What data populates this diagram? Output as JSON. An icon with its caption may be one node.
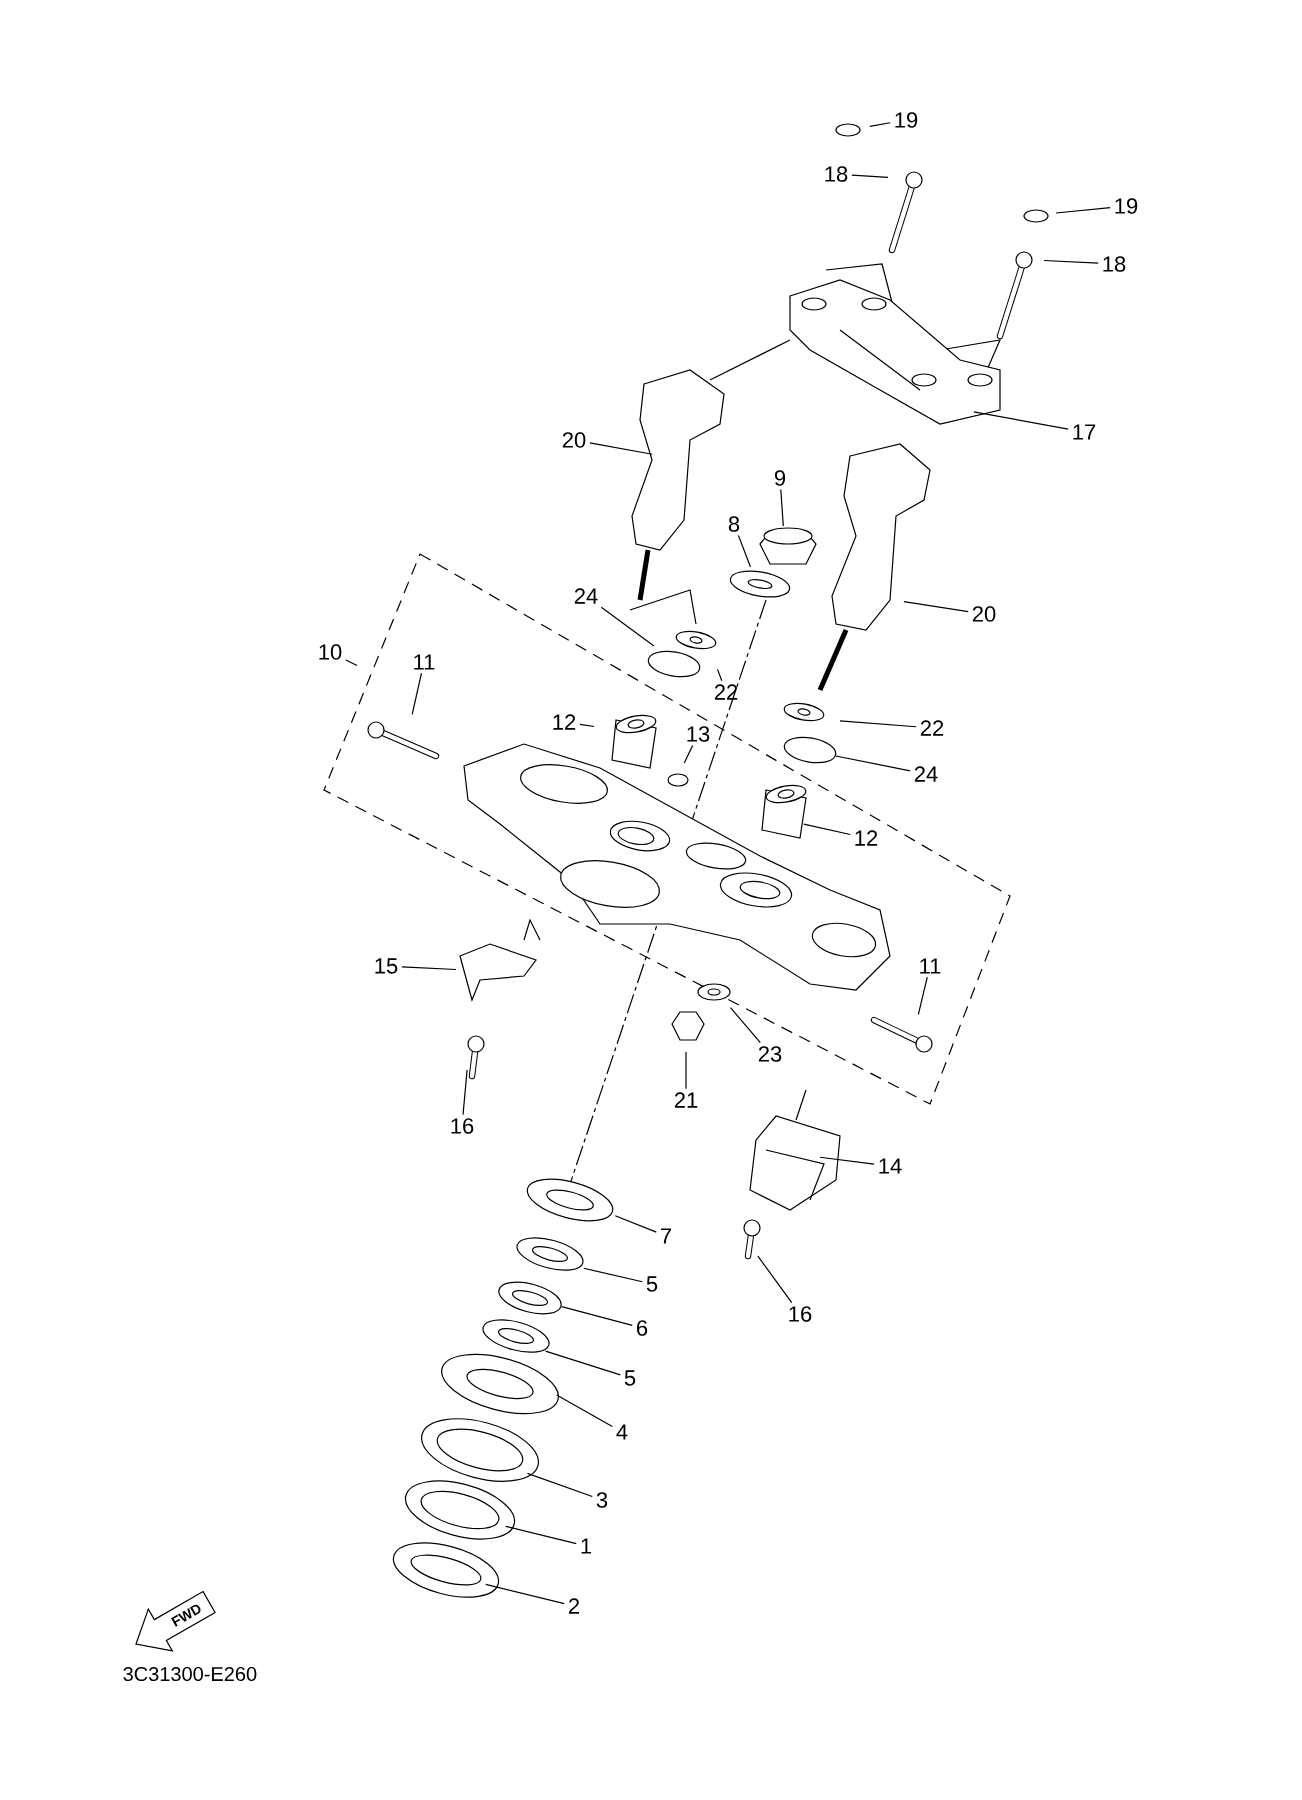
{
  "diagram": {
    "nodes": [
      {
        "text": [
          "19"
        ]
      },
      {
        "text": [
          "18"
        ]
      },
      {
        "text": [
          "19"
        ]
      },
      {
        "text": [
          "18"
        ]
      },
      {
        "text": [
          "17"
        ]
      },
      {
        "text": [
          "20"
        ]
      },
      {
        "text": [
          "9"
        ]
      },
      {
        "text": [
          "8"
        ]
      },
      {
        "text": [
          "24"
        ]
      },
      {
        "text": [
          "20"
        ]
      },
      {
        "text": [
          "10"
        ]
      },
      {
        "text": [
          "11"
        ]
      },
      {
        "text": [
          "22"
        ]
      },
      {
        "text": [
          "12"
        ]
      },
      {
        "text": [
          "22"
        ]
      },
      {
        "text": [
          "13"
        ]
      },
      {
        "text": [
          "24"
        ]
      },
      {
        "text": [
          "12"
        ]
      },
      {
        "text": [
          "15"
        ]
      },
      {
        "text": [
          "11"
        ]
      },
      {
        "text": [
          "23"
        ]
      },
      {
        "text": [
          "21"
        ]
      },
      {
        "text": [
          "16"
        ]
      },
      {
        "text": [
          "14"
        ]
      },
      {
        "text": [
          "7"
        ]
      },
      {
        "text": [
          "5"
        ]
      },
      {
        "text": [
          "16"
        ]
      },
      {
        "text": [
          "6"
        ]
      },
      {
        "text": [
          "5"
        ]
      },
      {
        "text": [
          "4"
        ]
      },
      {
        "text": [
          "3"
        ]
      },
      {
        "text": [
          "1"
        ]
      },
      {
        "text": [
          "2"
        ]
      }
    ],
    "edges": [
      {
        "from": 0,
        "to": null,
        "arrow": "none"
      },
      {
        "from": 1,
        "to": null,
        "arrow": "none"
      },
      {
        "from": 2,
        "to": null,
        "arrow": "none"
      },
      {
        "from": 3,
        "to": null,
        "arrow": "none"
      },
      {
        "from": 4,
        "to": null,
        "arrow": "none"
      },
      {
        "from": 5,
        "to": null,
        "arrow": "none"
      },
      {
        "from": 6,
        "to": null,
        "arrow": "none"
      },
      {
        "from": 7,
        "to": null,
        "arrow": "none"
      },
      {
        "from": 8,
        "to": null,
        "arrow": "none"
      },
      {
        "from": 9,
        "to": null,
        "arrow": "none"
      },
      {
        "from": 10,
        "to": null,
        "arrow": "none"
      },
      {
        "from": 11,
        "to": null,
        "arrow": "none"
      },
      {
        "from": 12,
        "to": null,
        "arrow": "none"
      },
      {
        "from": 13,
        "to": null,
        "arrow": "none"
      },
      {
        "from": 14,
        "to": null,
        "arrow": "none"
      },
      {
        "from": 15,
        "to": null,
        "arrow": "none"
      },
      {
        "from": 16,
        "to": null,
        "arrow": "none"
      },
      {
        "from": 17,
        "to": null,
        "arrow": "none"
      },
      {
        "from": 18,
        "to": null,
        "arrow": "none"
      },
      {
        "from": 19,
        "to": null,
        "arrow": "none"
      },
      {
        "from": 20,
        "to": null,
        "arrow": "none"
      },
      {
        "from": 21,
        "to": null,
        "arrow": "none"
      },
      {
        "from": 22,
        "to": null,
        "arrow": "none"
      },
      {
        "from": 23,
        "to": null,
        "arrow": "none"
      },
      {
        "from": 24,
        "to": null,
        "arrow": "none"
      },
      {
        "from": 25,
        "to": null,
        "arrow": "none"
      },
      {
        "from": 26,
        "to": null,
        "arrow": "none"
      },
      {
        "from": 27,
        "to": null,
        "arrow": "none"
      },
      {
        "from": 28,
        "to": null,
        "arrow": "none"
      },
      {
        "from": 29,
        "to": null,
        "arrow": "none"
      },
      {
        "from": 30,
        "to": null,
        "arrow": "none"
      },
      {
        "from": 31,
        "to": null,
        "arrow": "none"
      },
      {
        "from": 32,
        "to": null,
        "arrow": "none"
      }
    ],
    "labels": [
      "FWD",
      "3C31300-E260"
    ]
  }
}
